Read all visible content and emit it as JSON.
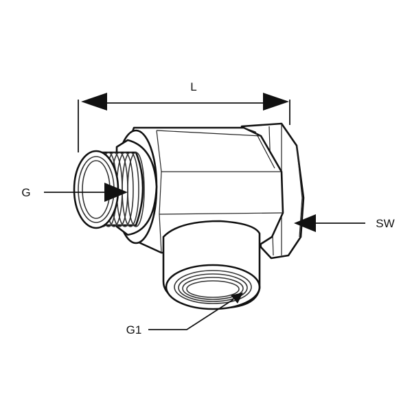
{
  "labels": {
    "length": "L",
    "outer_thread": "G",
    "inner_thread": "G1",
    "wrench_size": "SW"
  },
  "colors": {
    "line": "#111111",
    "background": "#ffffff"
  }
}
